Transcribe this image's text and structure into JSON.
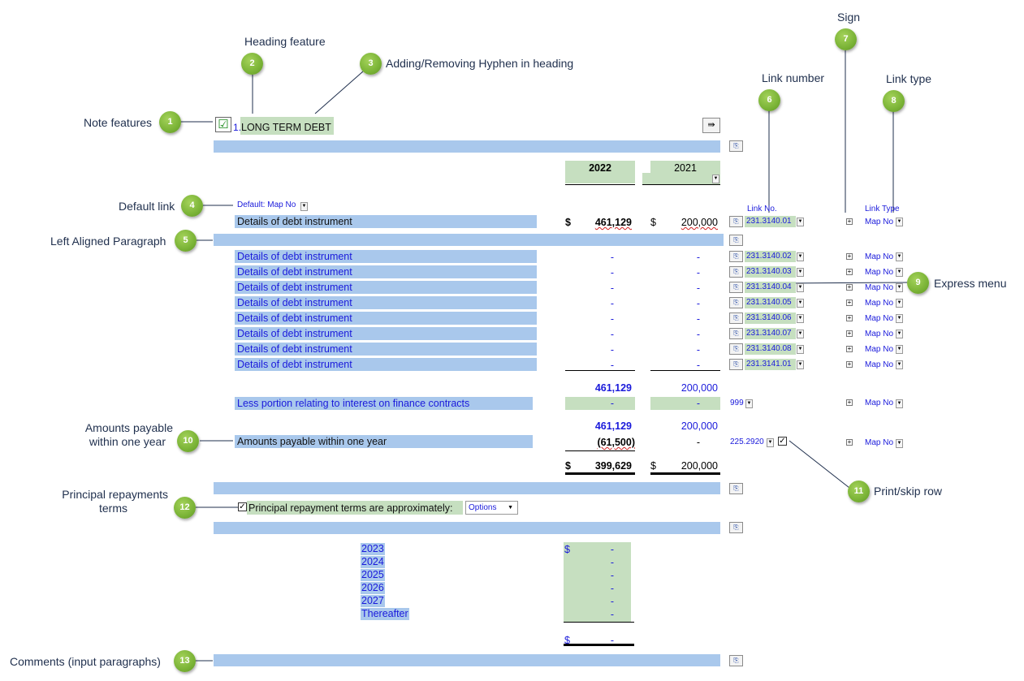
{
  "annotations": {
    "note_features": {
      "label": "Note features",
      "num": "1"
    },
    "heading_feature": {
      "label": "Heading feature",
      "num": "2"
    },
    "hyphen": {
      "label": "Adding/Removing Hyphen in heading",
      "num": "3"
    },
    "default_link": {
      "label": "Default link",
      "num": "4"
    },
    "left_para": {
      "label": "Left Aligned Paragraph",
      "num": "5"
    },
    "link_number": {
      "label": "Link number",
      "num": "6"
    },
    "sign": {
      "label": "Sign",
      "num": "7"
    },
    "link_type": {
      "label": "Link type",
      "num": "8"
    },
    "express_menu": {
      "label": "Express menu",
      "num": "9"
    },
    "amounts_payable": {
      "label_line1": "Amounts payable",
      "label_line2": "within one year",
      "num": "10"
    },
    "print_skip": {
      "label": "Print/skip row",
      "num": "11"
    },
    "principal": {
      "label_line1": "Principal repayments",
      "label_line2": "terms",
      "num": "12"
    },
    "comments": {
      "label": "Comments (input paragraphs)",
      "num": "13"
    }
  },
  "heading": {
    "number": "1.",
    "title": "LONG TERM DEBT",
    "checkbox": "☑"
  },
  "years": {
    "current": "2022",
    "prior": "2021"
  },
  "default_link": "Default: Map No",
  "col_headers": {
    "link_no": "Link No.",
    "link_type": "Link Type"
  },
  "rows_main": {
    "label": "Details of debt instrument",
    "cur_sym": "$",
    "cur": "461,129",
    "pri_sym": "$",
    "pri": "200,000",
    "link": "231.3140.01",
    "type": "Map No"
  },
  "rows_blue": [
    {
      "label": "Details of debt instrument",
      "cur": "-",
      "pri": "-",
      "link": "231.3140.02",
      "type": "Map No"
    },
    {
      "label": "Details of debt instrument",
      "cur": "-",
      "pri": "-",
      "link": "231.3140.03",
      "type": "Map No"
    },
    {
      "label": "Details of debt instrument",
      "cur": "-",
      "pri": "-",
      "link": "231.3140.04",
      "type": "Map No"
    },
    {
      "label": "Details of debt instrument",
      "cur": "-",
      "pri": "-",
      "link": "231.3140.05",
      "type": "Map No"
    },
    {
      "label": "Details of debt instrument",
      "cur": "-",
      "pri": "-",
      "link": "231.3140.06",
      "type": "Map No"
    },
    {
      "label": "Details of debt instrument",
      "cur": "-",
      "pri": "-",
      "link": "231.3140.07",
      "type": "Map No"
    },
    {
      "label": "Details of debt instrument",
      "cur": "-",
      "pri": "-",
      "link": "231.3140.08",
      "type": "Map No"
    },
    {
      "label": "Details of debt instrument",
      "cur": "-",
      "pri": "-",
      "link": "231.3141.01",
      "type": "Map No"
    }
  ],
  "subtotal1": {
    "cur": "461,129",
    "pri": "200,000"
  },
  "less_row": {
    "label": "Less portion relating to interest on finance contracts",
    "cur": "-",
    "pri": "-",
    "link": "999",
    "type": "Map No"
  },
  "subtotal2": {
    "cur": "461,129",
    "pri": "200,000"
  },
  "payable_row": {
    "label": "Amounts payable within one year",
    "cur": "(61,500)",
    "pri": "-",
    "link": "225.2920",
    "type": "Map No"
  },
  "total": {
    "cur_sym": "$",
    "cur": "399,629",
    "pri_sym": "$",
    "pri": "200,000"
  },
  "principal_row": {
    "label": "Principal repayment terms are approximately:",
    "options": "Options"
  },
  "repayments": [
    {
      "year": "2023",
      "sym": "$",
      "val": "-"
    },
    {
      "year": "2024",
      "sym": "",
      "val": "-"
    },
    {
      "year": "2025",
      "sym": "",
      "val": "-"
    },
    {
      "year": "2026",
      "sym": "",
      "val": "-"
    },
    {
      "year": "2027",
      "sym": "",
      "val": "-"
    },
    {
      "year": "Thereafter",
      "sym": "",
      "val": "-"
    }
  ],
  "repay_total": {
    "sym": "$",
    "val": "-"
  },
  "colors": {
    "bar": "#a9c8ec",
    "green": "#c6dfc0",
    "bubble": "#7ab336",
    "annot": "#1f2f4d",
    "text_blue": "#1a1adb"
  }
}
